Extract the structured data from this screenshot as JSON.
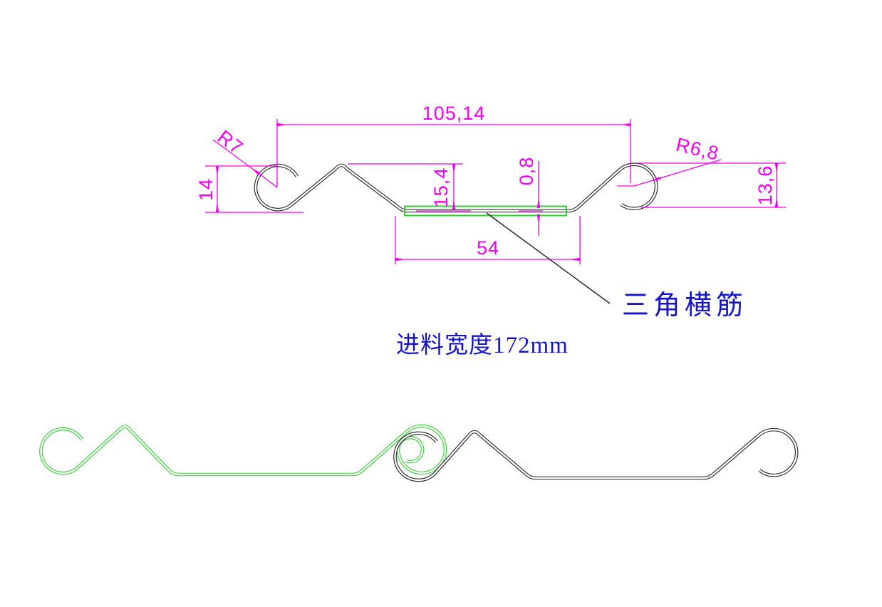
{
  "colors": {
    "c-dimension": "#f400f4",
    "c-profile": "#222222",
    "c-highlight": "#2ed12e",
    "c-label": "#1414cc",
    "c-background": "#ffffff"
  },
  "drawing": {
    "type": "cad-profile-cross-section",
    "dimensions": {
      "overall_width": "105,14",
      "left_radius": "R7",
      "left_curl_height": "14",
      "web_height": "15,4",
      "material_thickness": "0,8",
      "flat_width": "54",
      "right_radius": "R6,8",
      "right_curl_height": "13,6"
    },
    "labels": {
      "rib": "三角横筋",
      "feed_width": "进料宽度172mm"
    }
  }
}
